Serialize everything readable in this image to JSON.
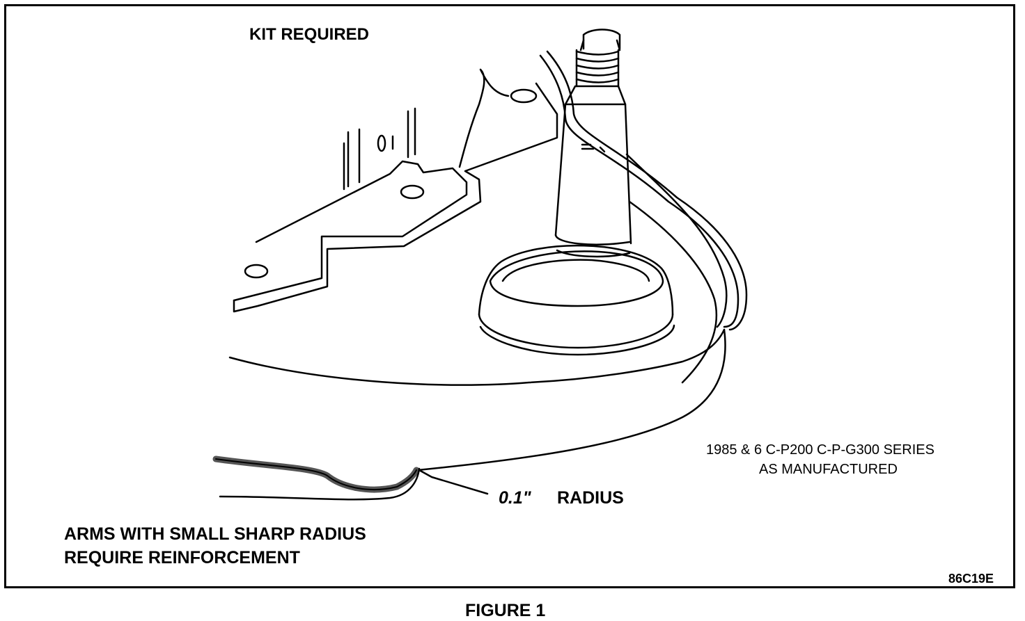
{
  "labels": {
    "kit_required": "KIT REQUIRED",
    "series_line1": "1985 & 6 C-P200 C-P-G300 SERIES",
    "series_line2": "AS MANUFACTURED",
    "radius_value": "0.1\"",
    "radius_word": "RADIUS",
    "arms_line1": "ARMS WITH SMALL SHARP RADIUS",
    "arms_line2": "REQUIRE REINFORCEMENT",
    "drawing_code": "86C19E",
    "figure_caption": "FIGURE 1"
  }
}
